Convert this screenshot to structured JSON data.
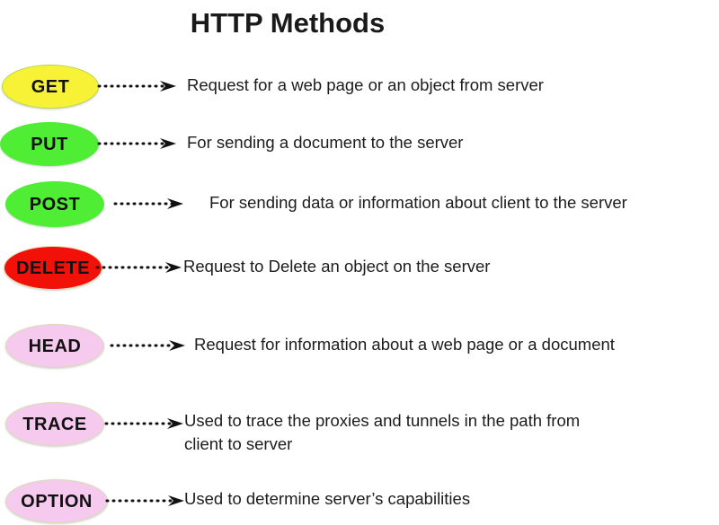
{
  "title": "HTTP Methods",
  "colors": {
    "background": "#ffffff",
    "text": "#1c1c1c",
    "title": "#1a1a1a",
    "arrow": "#111111",
    "get_fill": "#f7f235",
    "get_stroke": "#b9d94a",
    "put_fill": "#4fee35",
    "put_stroke": "#4fee35",
    "post_fill": "#4fee35",
    "post_stroke": "#4fee35",
    "delete_fill": "#f21108",
    "delete_stroke": "#e8e0b8",
    "head_fill": "#f6c9ee",
    "head_stroke": "#d9dcb4",
    "trace_fill": "#f6c9ee",
    "trace_stroke": "#d9dcb4",
    "option_fill": "#f6c9ee",
    "option_stroke": "#d9dcb4"
  },
  "methods": [
    {
      "name": "GET",
      "description": "Request for a web page or an object from server",
      "fill": "#f7f235",
      "stroke": "#b9d94a"
    },
    {
      "name": "PUT",
      "description": "For sending a document to the server",
      "fill": "#4fee35",
      "stroke": "#4fee35"
    },
    {
      "name": "POST",
      "description": "For sending data or information about client to the server",
      "fill": "#4fee35",
      "stroke": "#4fee35"
    },
    {
      "name": "DELETE",
      "description": "Request to Delete an object on the server",
      "fill": "#f21108",
      "stroke": "#e8e0b8"
    },
    {
      "name": "HEAD",
      "description": "Request for information about a web page or a document",
      "fill": "#f6c9ee",
      "stroke": "#d9dcb4"
    },
    {
      "name": "TRACE",
      "description": "Used to trace the proxies and tunnels in the path from\nclient to server",
      "fill": "#f6c9ee",
      "stroke": "#d9dcb4"
    },
    {
      "name": "OPTION",
      "description": "Used to determine server’s capabilities",
      "fill": "#f6c9ee",
      "stroke": "#d9dcb4"
    }
  ]
}
